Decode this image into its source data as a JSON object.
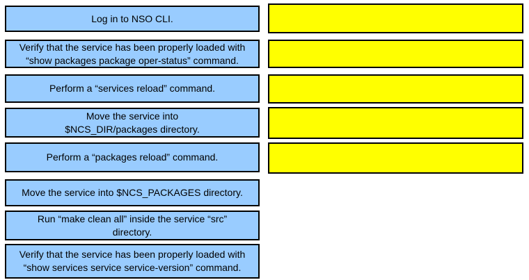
{
  "palette": {
    "source_fill": "#99CCFF",
    "target_fill": "#FFFF00",
    "border": "#000000",
    "text": "#000000",
    "background": "#FFFFFF"
  },
  "sources": [
    {
      "label": "Log in to NSO CLI."
    },
    {
      "label": "Verify that the service has been properly loaded with\n“show packages package oper-status” command."
    },
    {
      "label": "Perform a “services reload” command."
    },
    {
      "label": "Move the service into\n$NCS_DIR/packages directory."
    },
    {
      "label": "Perform a “packages reload” command."
    },
    {
      "label": "Move the service into $NCS_PACKAGES directory."
    },
    {
      "label": "Run “make clean all” inside the service “src”\ndirectory."
    },
    {
      "label": "Verify that the service has been properly loaded with\n“show services service service-version” command."
    }
  ],
  "targets": [
    {
      "label": ""
    },
    {
      "label": ""
    },
    {
      "label": ""
    },
    {
      "label": ""
    },
    {
      "label": ""
    }
  ]
}
